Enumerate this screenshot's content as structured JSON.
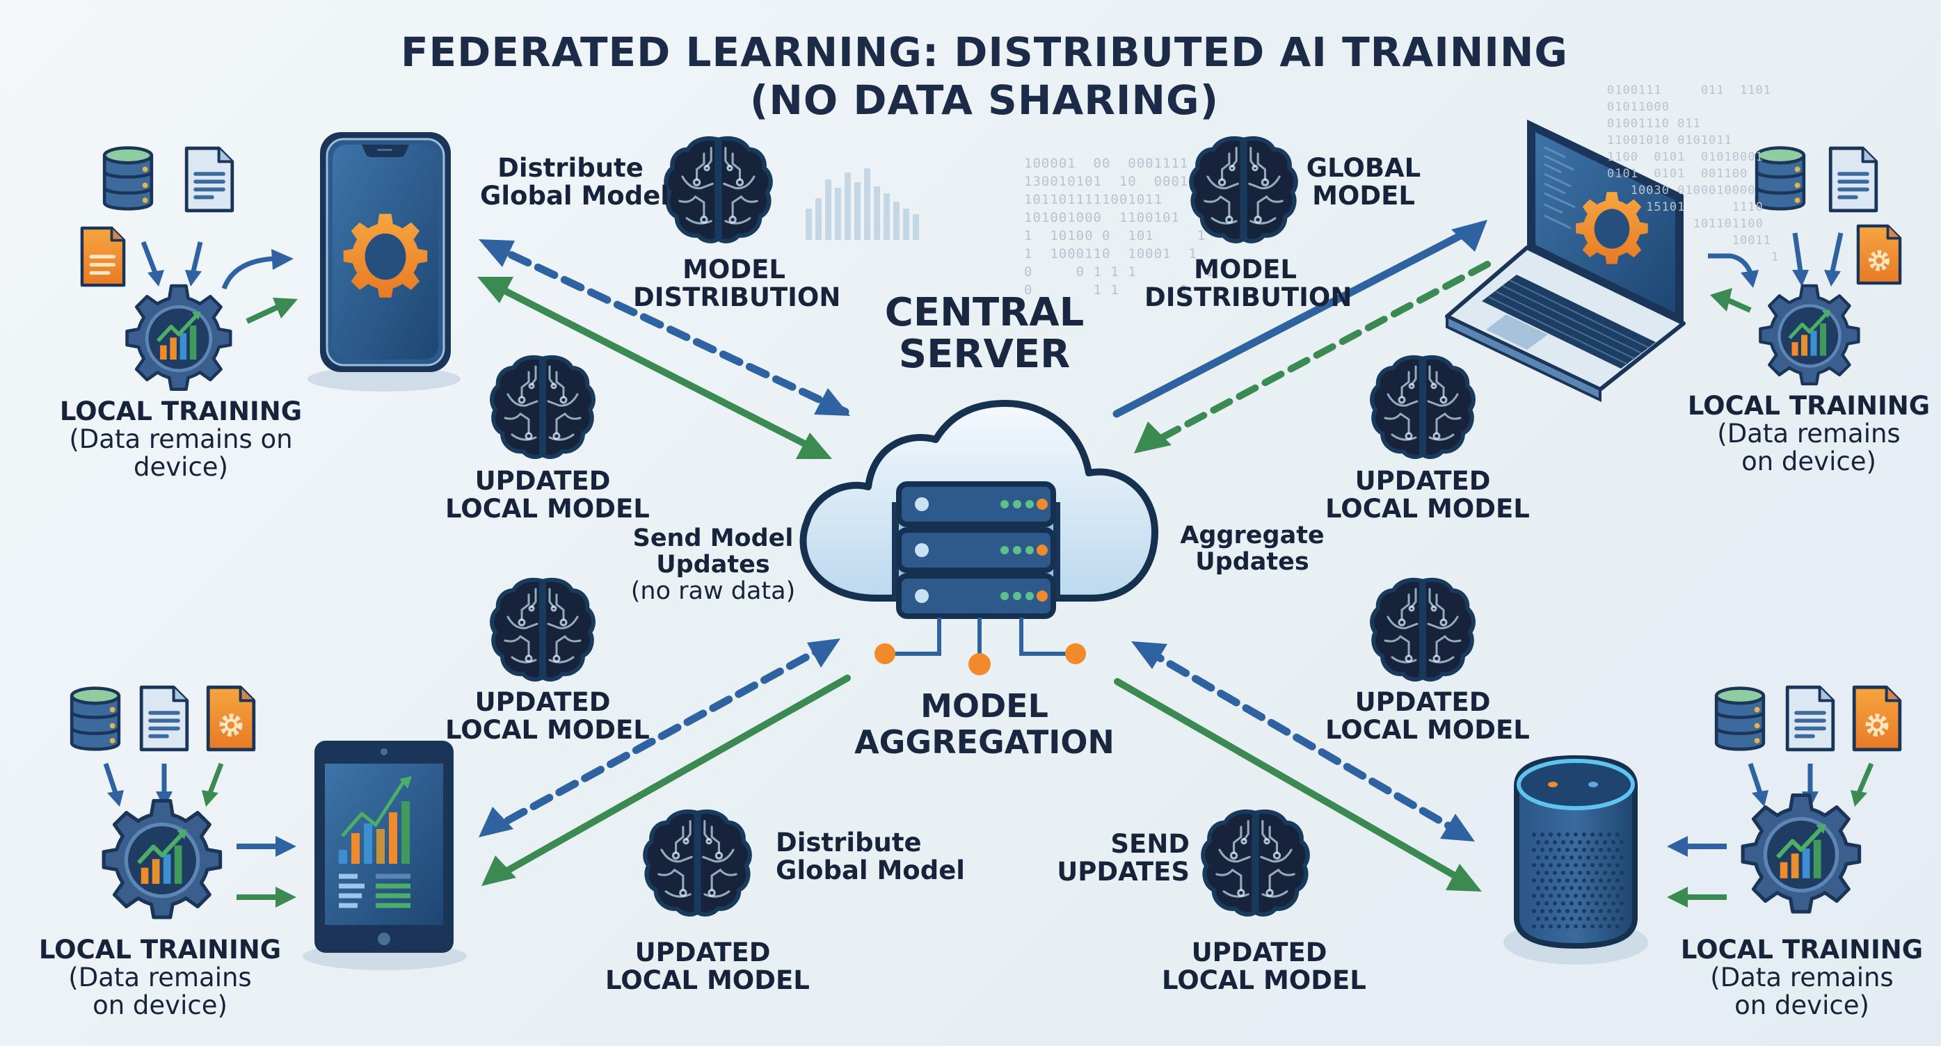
{
  "title": {
    "line1": "FEDERATED LEARNING: DISTRIBUTED AI TRAINING",
    "line2": "(NO DATA SHARING)"
  },
  "colors": {
    "navy": "#1b3558",
    "device_blue": "#2c5a8a",
    "arrow_blue": "#2f62a0",
    "arrow_green": "#3a8a52",
    "brain_blue": "#2e7fc6",
    "brain_green": "#3f9a5c",
    "orange": "#f08a2a",
    "text_dark": "#17233a"
  },
  "center": {
    "title_line1": "CENTRAL",
    "title_line2": "SERVER",
    "aggregation_line1": "MODEL",
    "aggregation_line2": "AGGREGATION",
    "left_note_line1": "Send Model",
    "left_note_line2": "Updates",
    "left_note_line3": "(no raw data)",
    "right_note_line1": "Aggregate",
    "right_note_line2": "Updates"
  },
  "top_left": {
    "device": "smartphone",
    "caption_line1": "LOCAL TRAINING",
    "caption_line2": "(Data remains on",
    "caption_line3": "device)",
    "distribute_line1": "Distribute",
    "distribute_line2": "Global Model",
    "model_dist_line1": "MODEL",
    "model_dist_line2": "DISTRIBUTION",
    "updated_line1": "UPDATED",
    "updated_line2": "LOCAL MODEL"
  },
  "top_right": {
    "device": "laptop",
    "caption_line1": "LOCAL TRAINING",
    "caption_line2": "(Data remains",
    "caption_line3": "on device)",
    "global_line1": "GLOBAL",
    "global_line2": "MODEL",
    "model_dist_line1": "MODEL",
    "model_dist_line2": "DISTRIBUTION",
    "updated_line1": "UPDATED",
    "updated_line2": "LOCAL MODEL"
  },
  "bottom_left": {
    "device": "tablet",
    "caption_line1": "LOCAL TRAINING",
    "caption_line2": "(Data remains",
    "caption_line3": "on device)",
    "updated_top_line1": "UPDATED",
    "updated_top_line2": "LOCAL MODEL",
    "distribute_line1": "Distribute",
    "distribute_line2": "Global Model",
    "updated_bottom_line1": "UPDATED",
    "updated_bottom_line2": "LOCAL MODEL"
  },
  "bottom_right": {
    "device": "smart-speaker",
    "caption_line1": "LOCAL TRAINING",
    "caption_line2": "(Data remains",
    "caption_line3": "on device)",
    "updated_top_line1": "UPDATED",
    "updated_top_line2": "LOCAL MODEL",
    "send_line1": "SEND",
    "send_line2": "UPDATES",
    "updated_bottom_line1": "UPDATED",
    "updated_bottom_line2": "LOCAL MODEL"
  },
  "decor": {
    "binary_center": "100001  00  0001111\n130010101  10  0001\n1011011111001011\n101001000  1100101\n1  10100 0  101     1\n1  1000110  10001  1\n0     0 1 1 1        1\n0       1 1       1",
    "binary_right": "0100111     011  1101\n01011000\n01001110 011\n11001010 0101011\n1100  0101  01010001\n0101  0101  001100\n   10030 0100010000\n     15101      1110\n           101101100\n                10011\n                     1"
  },
  "icons": {
    "data_sources": [
      "database-icon",
      "document-icon",
      "orange-file-icon"
    ],
    "training": "gear-chart-icon",
    "global_model": "blue-brain-icon",
    "local_model": "green-brain-icon",
    "server": "cloud-server-icon"
  }
}
